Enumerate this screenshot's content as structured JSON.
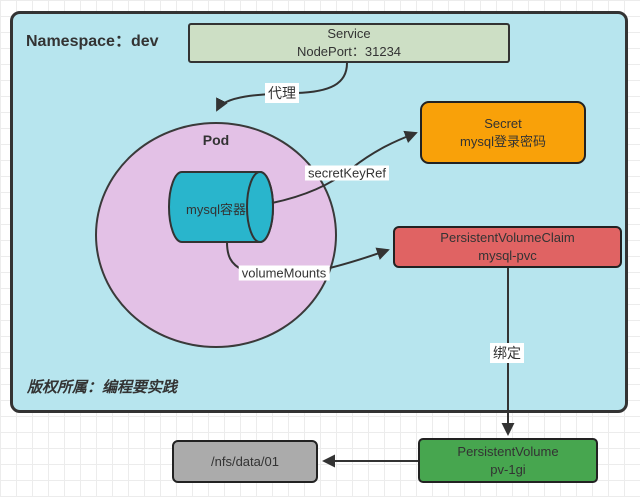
{
  "diagram": {
    "namespace": {
      "title": "Namespace：dev",
      "copyright": "版权所属：编程要实践",
      "fill_color": "#b7e5ee"
    },
    "nodes": {
      "service": {
        "line1": "Service",
        "line2": "NodePort：31234",
        "color": "#cddfc5"
      },
      "pod": {
        "label": "Pod",
        "color": "#e3c1e6"
      },
      "mysql_container": {
        "label": "mysql容器",
        "color": "#29b5cc"
      },
      "secret": {
        "line1": "Secret",
        "line2": "mysql登录密码",
        "color": "#f9a109"
      },
      "pvc": {
        "line1": "PersistentVolumeClaim",
        "line2": "mysql-pvc",
        "color": "#e06363"
      },
      "pv": {
        "line1": "PersistentVolume",
        "line2": "pv-1gi",
        "color": "#47a64f"
      },
      "nfs_path": {
        "label": "/nfs/data/01",
        "color": "#ababab"
      }
    },
    "edges": {
      "proxy": {
        "label": "代理",
        "from": "service",
        "to": "pod"
      },
      "secret_key_ref": {
        "label": "secretKeyRef",
        "from": "mysql_container",
        "to": "secret"
      },
      "volume_mounts": {
        "label": "volumeMounts",
        "from": "mysql_container",
        "to": "pvc"
      },
      "bind": {
        "label": "绑定",
        "from": "pvc",
        "to": "pv"
      },
      "pv_to_nfs": {
        "label": "",
        "from": "pv",
        "to": "nfs_path"
      }
    },
    "stroke_color": "#333333"
  }
}
